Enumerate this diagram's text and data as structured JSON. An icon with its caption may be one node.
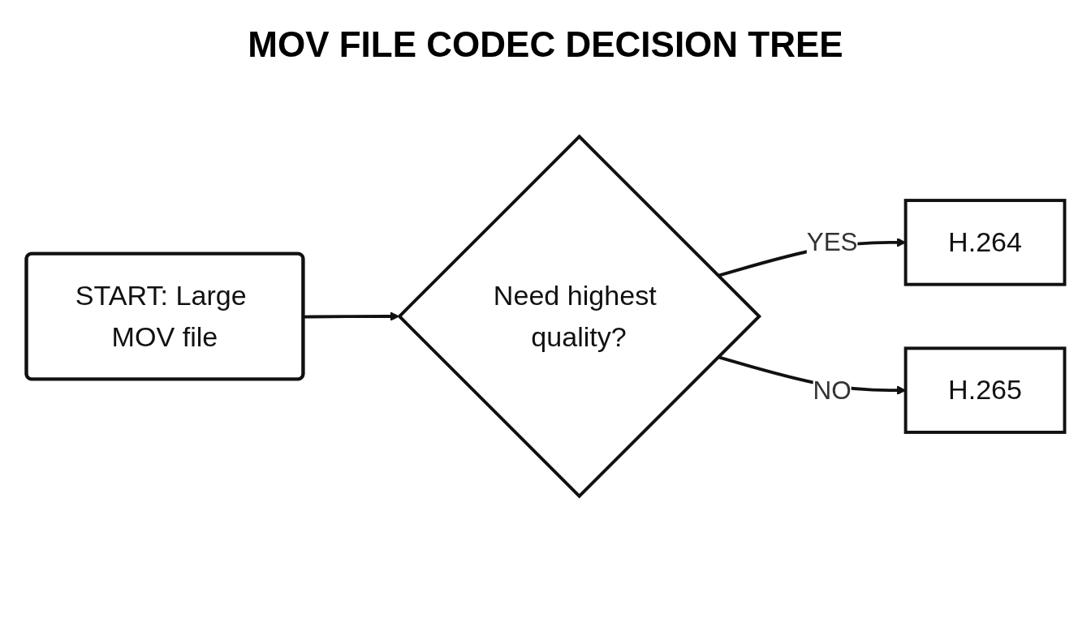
{
  "diagram": {
    "title": "MOV FILE CODEC DECISION TREE",
    "nodes": [
      {
        "text": [
          "START: Large MOV file"
        ]
      },
      {
        "text": [
          "Need highest quality?"
        ]
      },
      {
        "text": [
          "H.264"
        ]
      },
      {
        "text": [
          "H.265"
        ]
      }
    ],
    "edges": [
      {
        "from": 0,
        "to": 1,
        "arrow": "to"
      },
      {
        "from": 1,
        "to": 2,
        "arrow": "to",
        "label": "YES"
      },
      {
        "from": 1,
        "to": 3,
        "arrow": "to",
        "label": "NO"
      }
    ]
  }
}
